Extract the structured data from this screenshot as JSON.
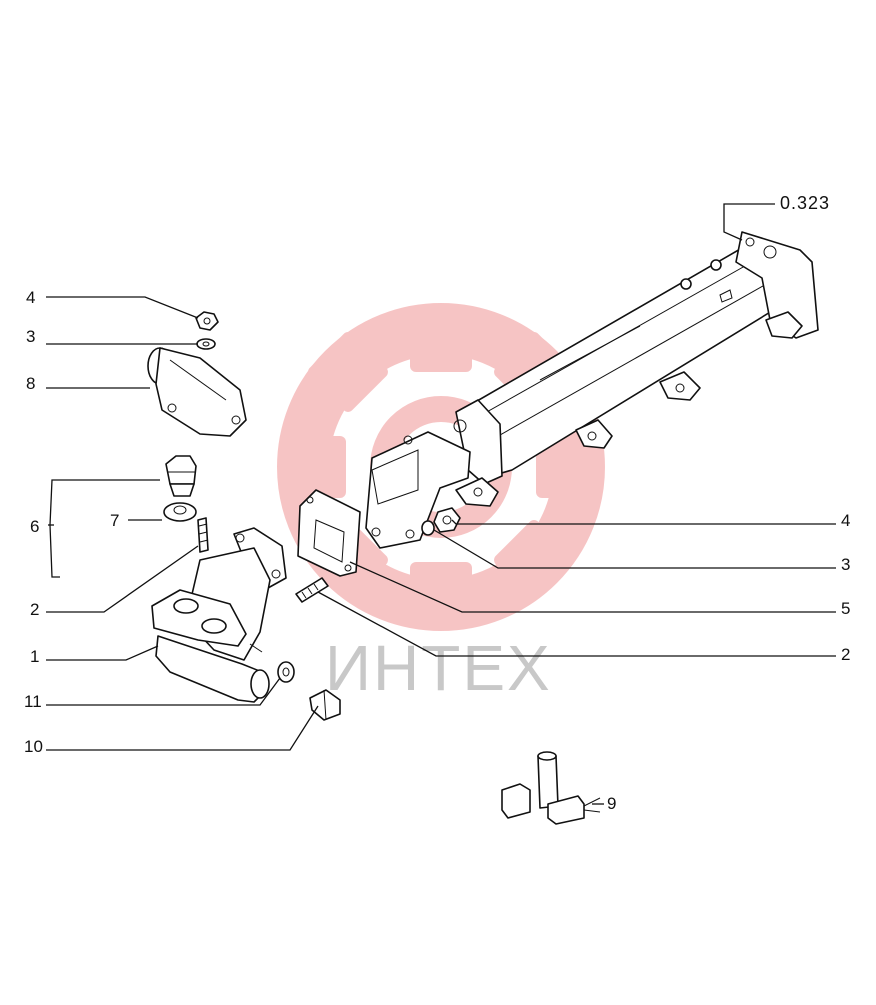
{
  "diagram": {
    "reference_label": "0.323",
    "watermark_text": "ИНТЕХ",
    "callouts_left": [
      "4",
      "3",
      "8",
      "6",
      "7",
      "2",
      "1",
      "11",
      "10"
    ],
    "callouts_right": [
      "4",
      "3",
      "5",
      "2"
    ],
    "callout_kit": "9",
    "watermark_color": "#e85a5a",
    "ink_color": "#111111"
  }
}
